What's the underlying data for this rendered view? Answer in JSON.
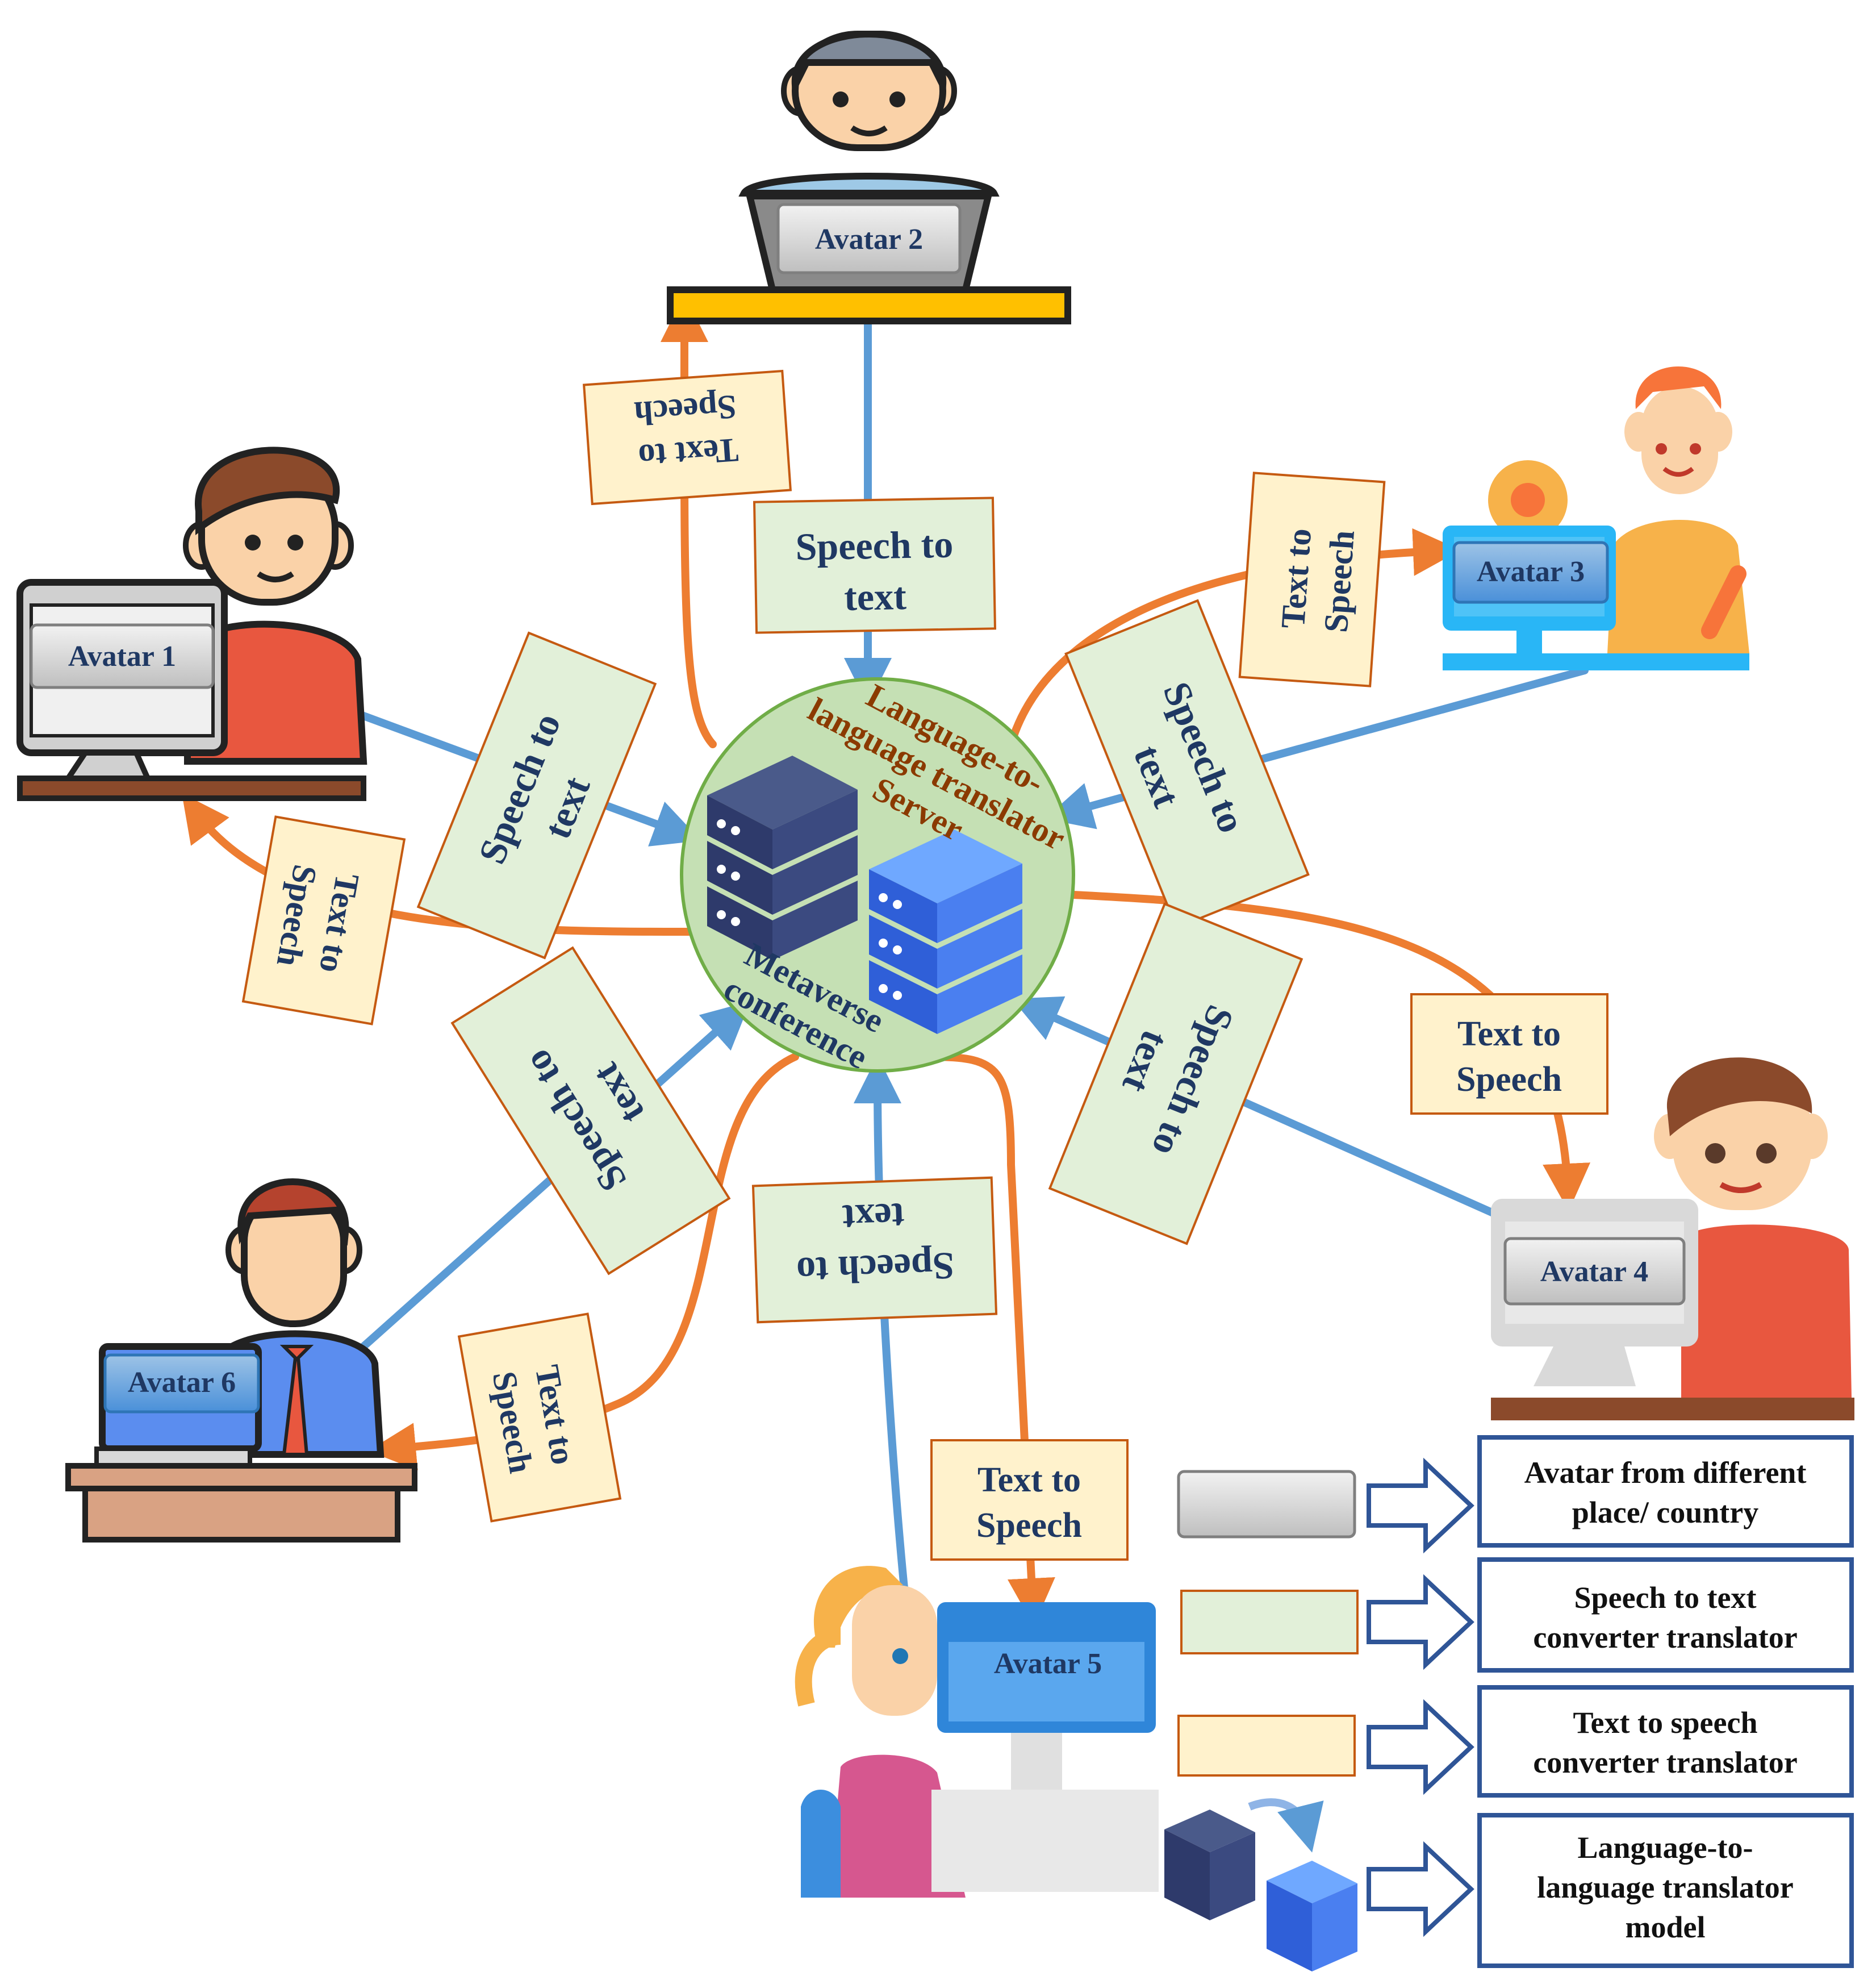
{
  "avatars": {
    "a1": "Avatar 1",
    "a2": "Avatar 2",
    "a3": "Avatar 3",
    "a4": "Avatar 4",
    "a5": "Avatar 5",
    "a6": "Avatar 6"
  },
  "server": {
    "line1": "Language-to-",
    "line2": "language translator",
    "line3": "Server",
    "meta1": "Metaverse",
    "meta2": "conference"
  },
  "arrows": {
    "sp_line1": "Speech to",
    "sp_line2": "text",
    "tts_line1": "Text to",
    "tts_line2": "Speech"
  },
  "legend": [
    {
      "line1": "Avatar from different",
      "line2": "place/ country",
      "line3": ""
    },
    {
      "line1": "Speech to text",
      "line2": "converter translator",
      "line3": ""
    },
    {
      "line1": "Text to speech",
      "line2": "converter translator",
      "line3": ""
    },
    {
      "line1": "Language-to-",
      "line2": "language translator",
      "line3": "model"
    }
  ],
  "colors": {
    "blue_arrow": "#5b9bd5",
    "orange_arrow": "#ed7d31",
    "speech_box": "#e2f0d9",
    "tts_box": "#fff2cc",
    "circle": "#c5e0b4",
    "legend_border": "#2f5597"
  }
}
